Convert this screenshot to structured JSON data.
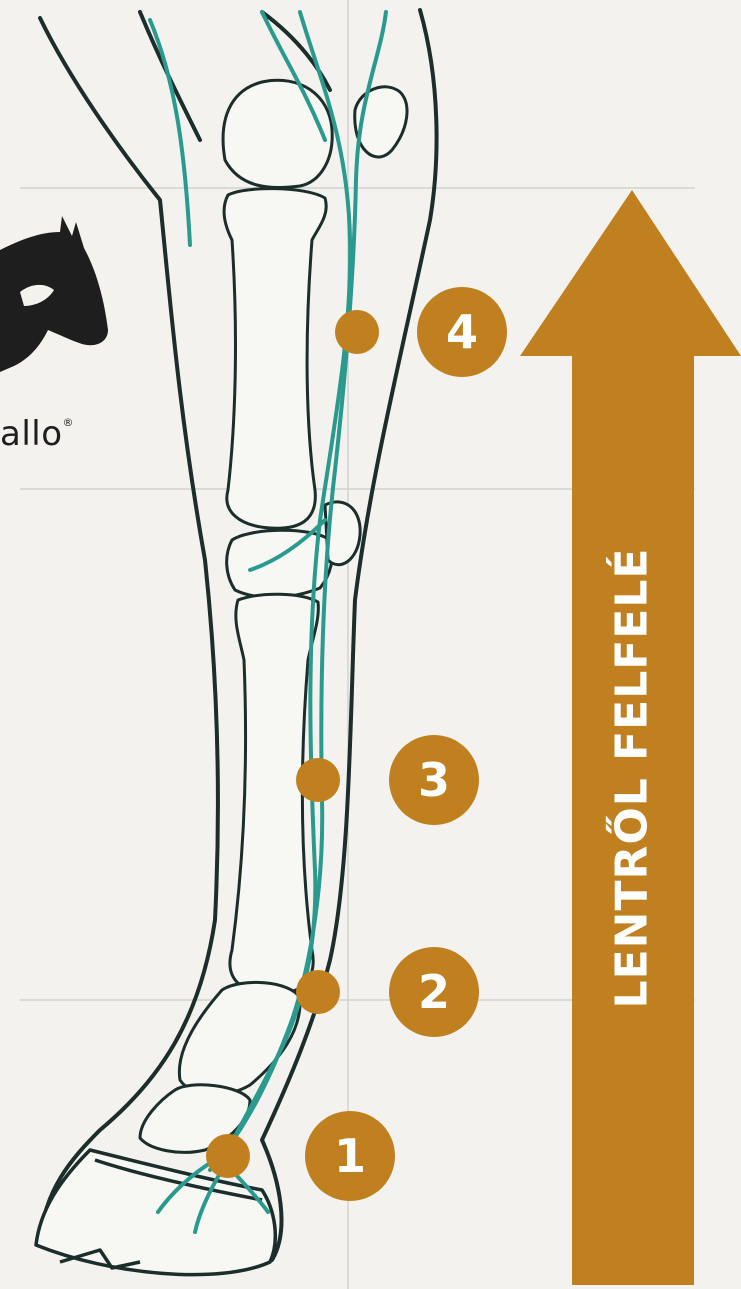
{
  "brand": {
    "name_fragment": "allo",
    "registered_mark": "®",
    "logo_icon": "horse-head-icon"
  },
  "arrow": {
    "label": "LENTRŐL FELFELÉ",
    "direction": "up",
    "color": "#c0801f"
  },
  "markers": [
    {
      "label": "1"
    },
    {
      "label": "2"
    },
    {
      "label": "3"
    },
    {
      "label": "4"
    }
  ],
  "colors": {
    "background": "#f3f2ee",
    "accent": "#c0801f",
    "outline": "#1b2e2c",
    "vessel": "#2a9a8e",
    "grid": "#d2d2cf",
    "bone_fill": "#f7f7f4"
  }
}
